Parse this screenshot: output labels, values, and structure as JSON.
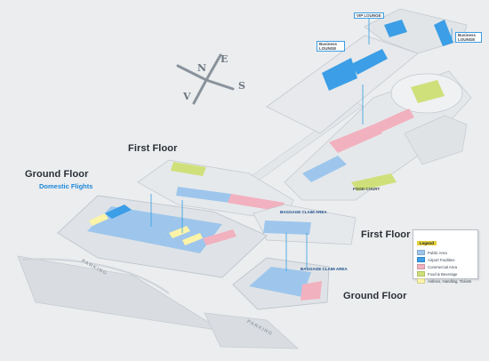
{
  "colors": {
    "background": "#ebedef",
    "public_area": "#9ec6ec",
    "airport_facilities": "#3b9ee6",
    "commercial_area": "#f2b1bf",
    "food_beverage": "#cfe07a",
    "airlines_handling": "#fbf3a8",
    "structure": "#dde1e5",
    "connector": "#2f9de3"
  },
  "labels": {
    "ground_floor_left": "Ground Floor",
    "domestic_flights": "Domestic Flights",
    "first_floor_left": "First Floor",
    "first_floor_right": "First Floor",
    "ground_floor_right": "Ground Floor",
    "baggage_claim_upper": "BAGGAGE CLAIM AREA",
    "baggage_claim_lower": "BAGGAGE CLAIM AREA",
    "vip_lounge_top": "VIP LOUNGE",
    "business_lounge_left": "Business LOUNGE",
    "business_lounge_right": "Business LOUNGE",
    "food_court": "FOOD COURT",
    "parking_left": "PARKING",
    "parking_right": "PARKING"
  },
  "compass": {
    "north": "N",
    "east": "E",
    "south": "S",
    "west": "V"
  },
  "legend": {
    "title": "Legend",
    "items": [
      {
        "label": "Public Area",
        "color": "#9ec6ec"
      },
      {
        "label": "Airport Facilities",
        "color": "#3b9ee6"
      },
      {
        "label": "Commercial Area",
        "color": "#f2b1bf"
      },
      {
        "label": "Food & Beverage",
        "color": "#cfe07a"
      },
      {
        "label": "Airlines, Handling, Tickets",
        "color": "#fbf3a8"
      }
    ]
  }
}
